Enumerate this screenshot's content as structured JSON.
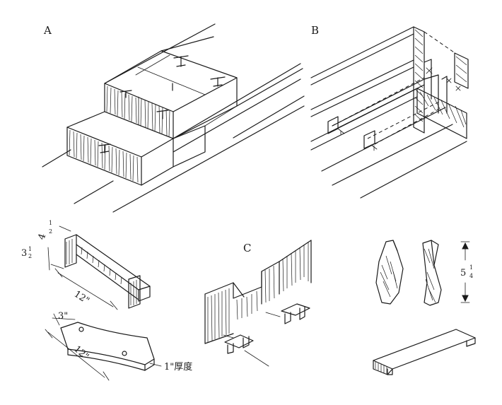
{
  "panels": {
    "a": {
      "label": "A"
    },
    "b": {
      "label": "B"
    },
    "c": {
      "label": "C"
    }
  },
  "dimensions": {
    "tie_width": "4",
    "tie_width_frac_num": "1",
    "tie_width_frac_den": "2",
    "tie_height": "3",
    "tie_height_frac_num": "1",
    "tie_height_frac_den": "2",
    "tie_length": "12\"",
    "plate_width": "3\"",
    "plate_length": "12\"",
    "plate_thickness": "1\"厚度",
    "bowtie_height": "5",
    "bowtie_frac_num": "1",
    "bowtie_frac_den": "4"
  }
}
